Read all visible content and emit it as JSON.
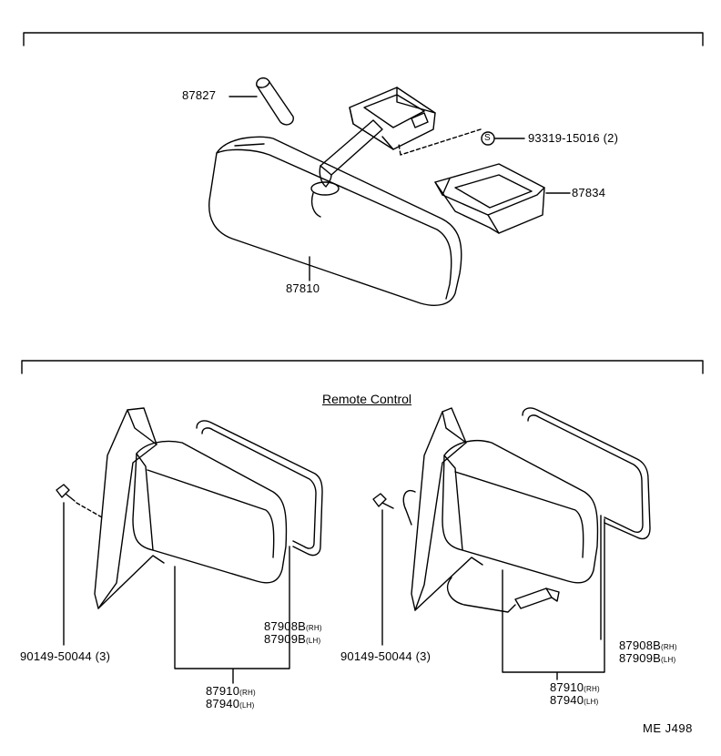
{
  "sections": {
    "rear_view_mirror": {
      "labels": {
        "stay_cover": "87827",
        "screw": "93319-15016 (2)",
        "screw_symbol": "S",
        "mount_cover": "87834",
        "mirror_assembly": "87810"
      }
    },
    "outer_mirrors": {
      "title": "Remote Control",
      "left_unit": {
        "screw": "90149-50044 (3)",
        "glass_rh": "87908B",
        "glass_rh_suffix": "(RH)",
        "glass_lh": "87909B",
        "glass_lh_suffix": "(LH)",
        "assembly_rh": "87910",
        "assembly_rh_suffix": "(RH)",
        "assembly_lh": "87940",
        "assembly_lh_suffix": "(LH)"
      },
      "right_unit": {
        "screw": "90149-50044 (3)",
        "glass_rh": "87908B",
        "glass_rh_suffix": "(RH)",
        "glass_lh": "87909B",
        "glass_lh_suffix": "(LH)",
        "assembly_rh": "87910",
        "assembly_rh_suffix": "(RH)",
        "assembly_lh": "87940",
        "assembly_lh_suffix": "(LH)"
      }
    }
  },
  "figure_code": "ME J498"
}
